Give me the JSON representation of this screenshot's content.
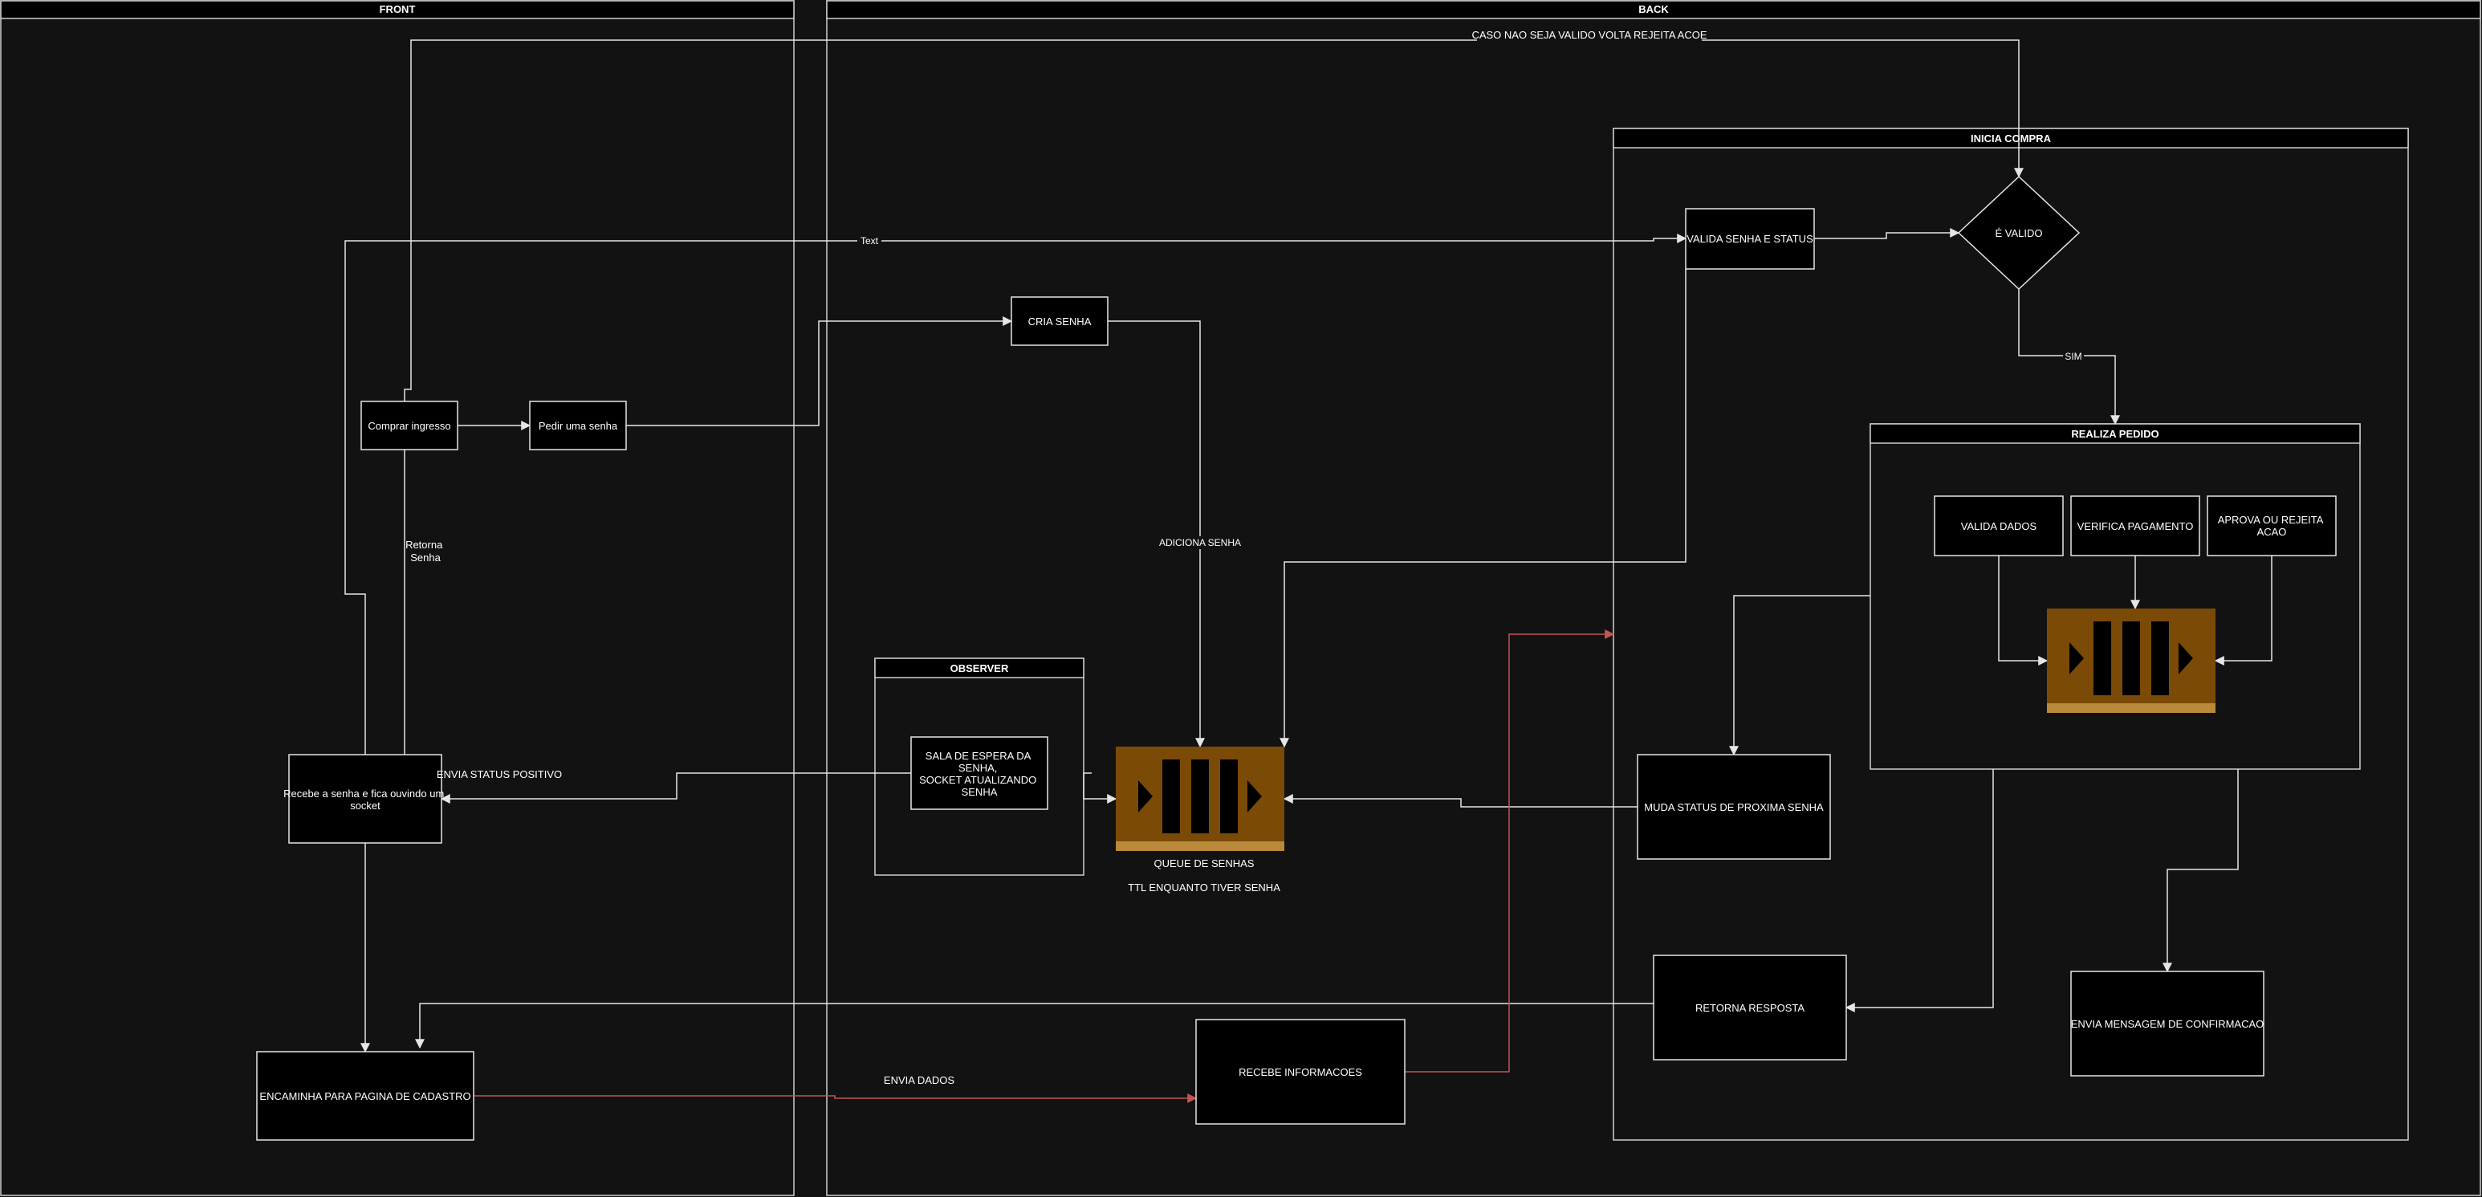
{
  "lanes": {
    "front": "FRONT",
    "back": "BACK"
  },
  "groups": {
    "inicia_compra": "INICIA COMPRA",
    "realiza_pedido": "REALIZA PEDIDO",
    "observer": "OBSERVER"
  },
  "nodes": {
    "comprar_ingresso": "Comprar ingresso",
    "pedir_senha": "Pedir uma senha",
    "cria_senha": "CRIA SENHA",
    "valida_senha": "VALIDA SENHA E STATUS",
    "e_valido": "É VALIDO",
    "valida_dados": "VALIDA DADOS",
    "verifica_pagamento": "VERIFICA PAGAMENTO",
    "aprova_rejeita": [
      "APROVA OU REJEITA",
      "ACAO"
    ],
    "sala_espera": [
      "SALA DE ESPERA DA",
      "SENHA,",
      "SOCKET ATUALIZANDO",
      "SENHA"
    ],
    "recebe_senha": [
      "Recebe a senha e fica ouvindo um",
      "socket"
    ],
    "muda_status": "MUDA STATUS DE PROXIMA SENHA",
    "retorna_resposta": "RETORNA RESPOSTA",
    "envia_mensagem": "ENVIA MENSAGEM DE CONFIRMACAO",
    "encaminha": "ENCAMINHA PARA PAGINA DE CADASTRO",
    "recebe_informacoes": "RECEBE INFORMACOES"
  },
  "queues": {
    "main_label": "QUEUE DE SENHAS",
    "main_sublabel": "TTL ENQUANTO TIVER SENHA"
  },
  "edge_labels": {
    "caso_nao": "CASO NAO SEJA VALIDO VOLTA REJEITA ACOE",
    "text": "Text",
    "sim": "SIM",
    "adiciona_senha": "ADICIONA SENHA",
    "retorna_senha": [
      "Retorna",
      "Senha"
    ],
    "envia_status": "ENVIA STATUS POSITIVO",
    "envia_dados": "ENVIA DADOS"
  },
  "colors": {
    "background": "#121212",
    "line": "#e6e6e6",
    "red_line": "#c25555",
    "queue_fill": "#7a4a06",
    "queue_bar": "#000000",
    "queue_bottom": "#b88a3a"
  }
}
